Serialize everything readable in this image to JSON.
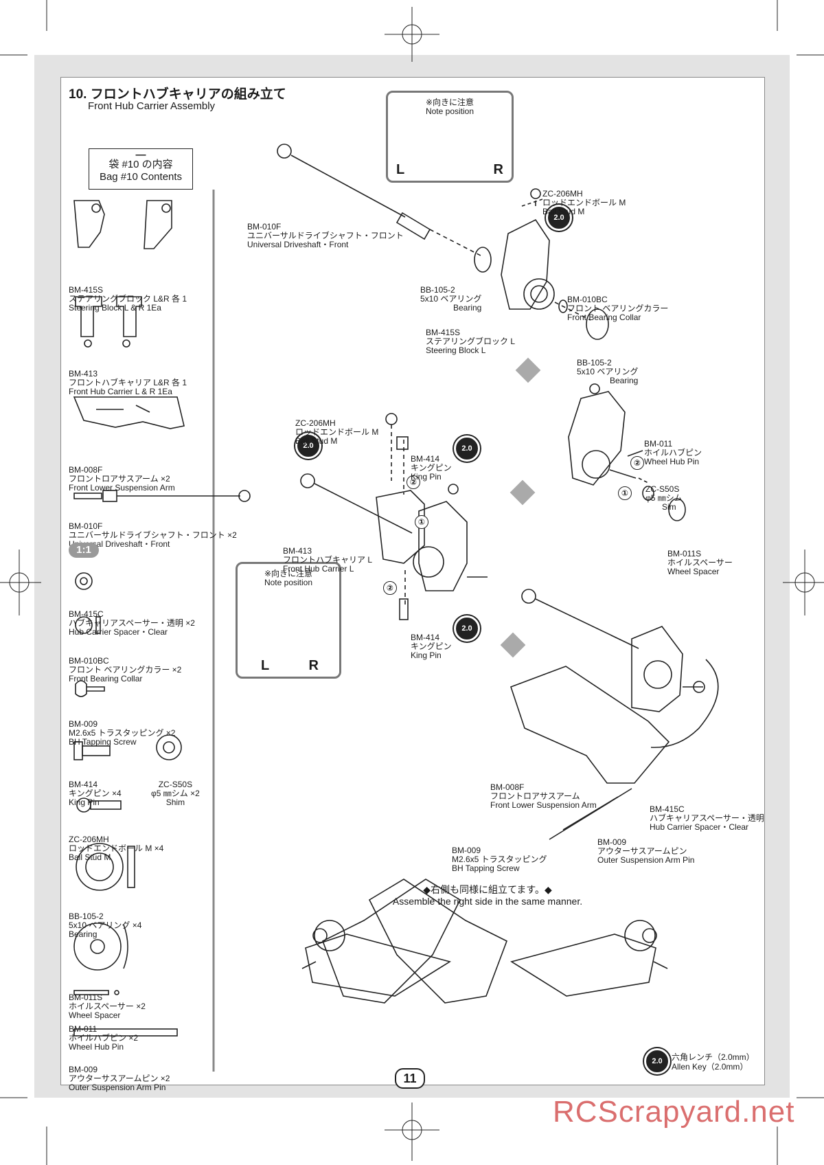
{
  "title": {
    "jp": "10. フロントハブキャリアの組み立て",
    "en": "Front Hub Carrier Assembly"
  },
  "bag": {
    "dash": "—",
    "jp": "袋 #10 の内容",
    "en": "Bag #10 Contents"
  },
  "contents": [
    {
      "code": "BM-415S",
      "jp": "ステアリングブロック L&R 各 1",
      "en": "Steering Block L & R 1Ea"
    },
    {
      "code": "BM-413",
      "jp": "フロントハブキャリア L&R 各 1",
      "en": "Front Hub Carrier L & R 1Ea"
    },
    {
      "code": "BM-008F",
      "jp": "フロントロアサスアーム ×2",
      "en": "Front Lower Suspension Arm"
    },
    {
      "code": "BM-010F",
      "jp": "ユニバーサルドライブシャフト・フロント ×2",
      "en": "Universal Driveshaft・Front"
    },
    {
      "code": "BM-415C",
      "jp": "ハブキャリアスペーサー・透明 ×2",
      "en": "Hub Carrier Spacer・Clear"
    },
    {
      "code": "BM-010BC",
      "jp": "フロント ベアリングカラー ×2",
      "en": "Front Bearing Collar"
    },
    {
      "code": "BM-009",
      "jp": "M2.6x5 トラスタッピング ×2",
      "en": "BH Tapping Screw"
    },
    {
      "code": "BM-414",
      "jp": "キングピン ×4",
      "en": "King Pin"
    },
    {
      "code": "ZC-S50S",
      "jp": "φ5 ㎜シム ×2",
      "en": "Shim"
    },
    {
      "code": "ZC-206MH",
      "jp": "ロッドエンドボール M ×4",
      "en": "Ball Stud M"
    },
    {
      "code": "BB-105-2",
      "jp": "5x10 ベアリング ×4",
      "en": "Bearing"
    },
    {
      "code": "BM-011S",
      "jp": "ホイルスペーサー ×2",
      "en": "Wheel Spacer"
    },
    {
      "code": "BM-011",
      "jp": "ホイルハブピン ×2",
      "en": "Wheel Hub Pin"
    },
    {
      "code": "BM-009",
      "jp": "アウターサスアームピン ×2",
      "en": "Outer Suspension Arm Pin"
    }
  ],
  "scale_badge": "1:1",
  "note": {
    "jp": "※向きに注意",
    "en": "Note position",
    "left": "L",
    "right": "R"
  },
  "tool_value": "2.0",
  "step_marks": {
    "one": "①",
    "two": "②"
  },
  "callouts": {
    "ball_stud_top": {
      "code": "ZC-206MH",
      "jp": "ロッドエンドボール M",
      "en": "Ball Stud M"
    },
    "driveshaft": {
      "code": "BM-010F",
      "jp": "ユニバーサルドライブシャフト・フロント",
      "en": "Universal Driveshaft・Front"
    },
    "bearing_a": {
      "code": "BB-105-2",
      "jp": "5x10 ベアリング",
      "en": "Bearing"
    },
    "collar": {
      "code": "BM-010BC",
      "jp": "フロント ベアリングカラー",
      "en": "Front Bearing Collar"
    },
    "steering": {
      "code": "BM-415S",
      "jp": "ステアリングブロック L",
      "en": "Steering Block L"
    },
    "bearing_b": {
      "code": "BB-105-2",
      "jp": "5x10 ベアリング",
      "en": "Bearing"
    },
    "ball_stud_mid": {
      "code": "ZC-206MH",
      "jp": "ロッドエンドボール M",
      "en": "Ball Stud M"
    },
    "kingpin_top": {
      "code": "BM-414",
      "jp": "キングピン",
      "en": "King Pin"
    },
    "hub_carrier": {
      "code": "BM-413",
      "jp": "フロントハブキャリア L",
      "en": "Front Hub Carrier L"
    },
    "kingpin_bottom": {
      "code": "BM-414",
      "jp": "キングピン",
      "en": "King Pin"
    },
    "hub_pin": {
      "code": "BM-011",
      "jp": "ホイルハブピン",
      "en": "Wheel Hub Pin"
    },
    "shim": {
      "code": "ZC-S50S",
      "jp": "φ5 ㎜シム",
      "en": "Sim"
    },
    "wheel_spacer": {
      "code": "BM-011S",
      "jp": "ホイルスペーサー",
      "en": "Wheel Spacer"
    },
    "lower_arm": {
      "code": "BM-008F",
      "jp": "フロントロアサスアーム",
      "en": "Front Lower Suspension Arm"
    },
    "spacer_clear": {
      "code": "BM-415C",
      "jp": "ハブキャリアスペーサー・透明",
      "en": "Hub Carrier Spacer・Clear"
    },
    "tapping_screw": {
      "code": "BM-009",
      "jp": "M2.6x5 トラスタッピング",
      "en": "BH Tapping Screw"
    },
    "outer_pin": {
      "code": "BM-009",
      "jp": "アウターサスアームピン",
      "en": "Outer Suspension Arm Pin"
    }
  },
  "right_side_note": {
    "jp": "◆右側も同様に組立てます。◆",
    "en": "Assemble the right side in the same manner."
  },
  "tool_legend": {
    "jp": "六角レンチ（2.0mm）",
    "en": "Allen Key（2.0mm）"
  },
  "page_number": "11",
  "watermark": "RCScrapyard.net"
}
